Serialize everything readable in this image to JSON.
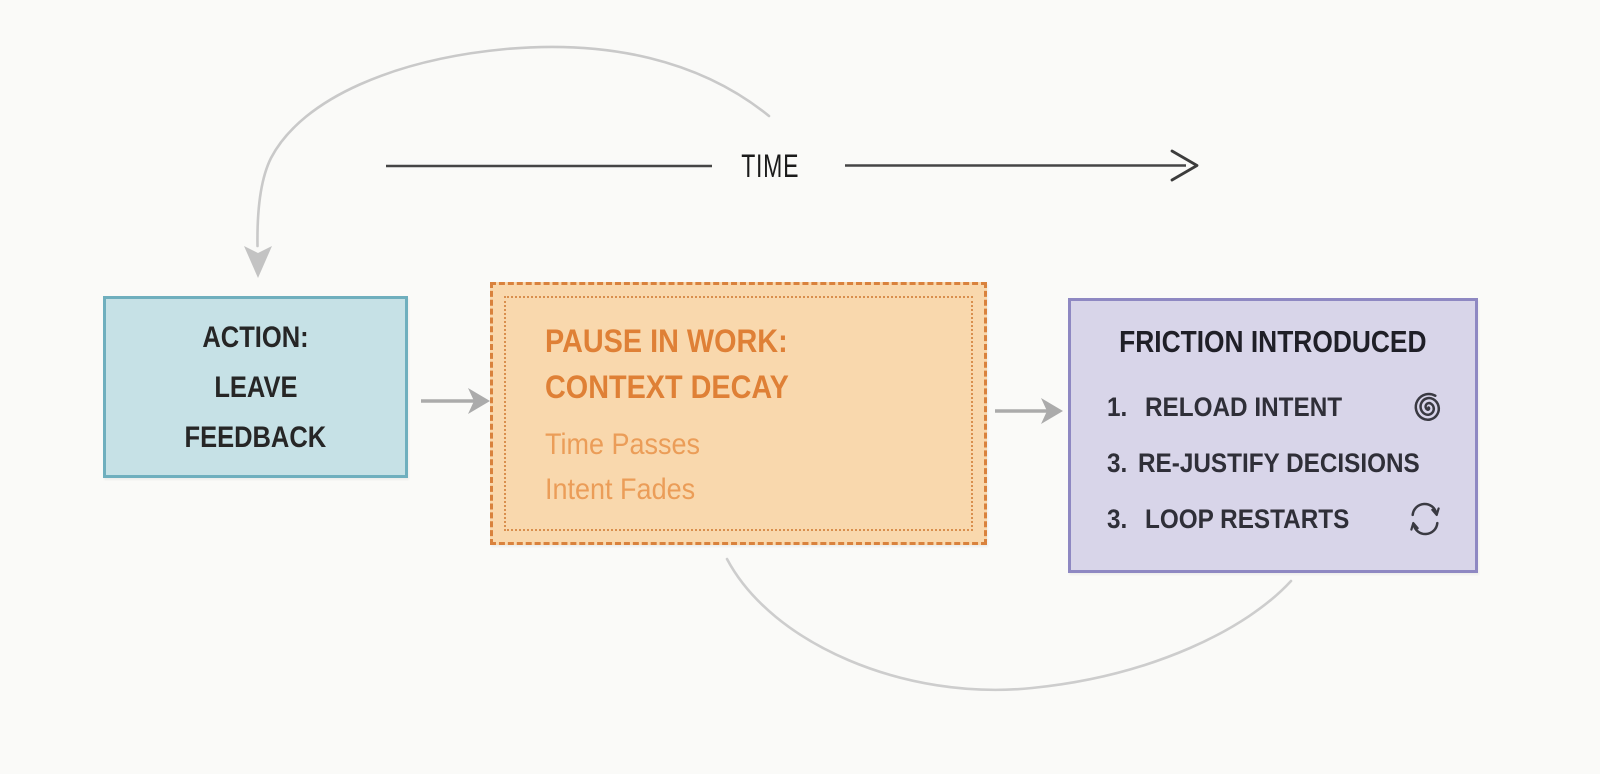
{
  "diagram": {
    "time_axis": {
      "label": "TIME"
    },
    "boxes": {
      "action": {
        "lines": [
          "ACTION:",
          "LEAVE",
          "FEEDBACK"
        ]
      },
      "pause": {
        "title_line1": "PAUSE IN WORK:",
        "title_line2": "CONTEXT DECAY",
        "sub_line1": "Time Passes",
        "sub_line2": "Intent Fades"
      },
      "friction": {
        "title": "FRICTION INTRODUCED",
        "items": [
          {
            "number": "1.",
            "label": "RELOAD INTENT",
            "icon": "spiral-icon"
          },
          {
            "number": "3.",
            "label": "RE-JUSTIFY DECISIONS",
            "icon": ""
          },
          {
            "number": "3.",
            "label": "LOOP RESTARTS",
            "icon": "cycle-icon"
          }
        ]
      }
    },
    "colors": {
      "background": "#fafaf8",
      "action_fill": "#c6e1e6",
      "action_border": "#6fafbe",
      "pause_fill": "#f9d8ad",
      "pause_border": "#d9823d",
      "pause_title_text": "#df8036",
      "pause_sub_text": "#eb9d58",
      "friction_fill": "#d8d5e9",
      "friction_border": "#8e88c2",
      "friction_text": "#2f2f38",
      "connector_arrow_gray": "#ababab",
      "loop_curve_gray": "#c9c9c9",
      "time_line_dark": "#404040"
    }
  }
}
